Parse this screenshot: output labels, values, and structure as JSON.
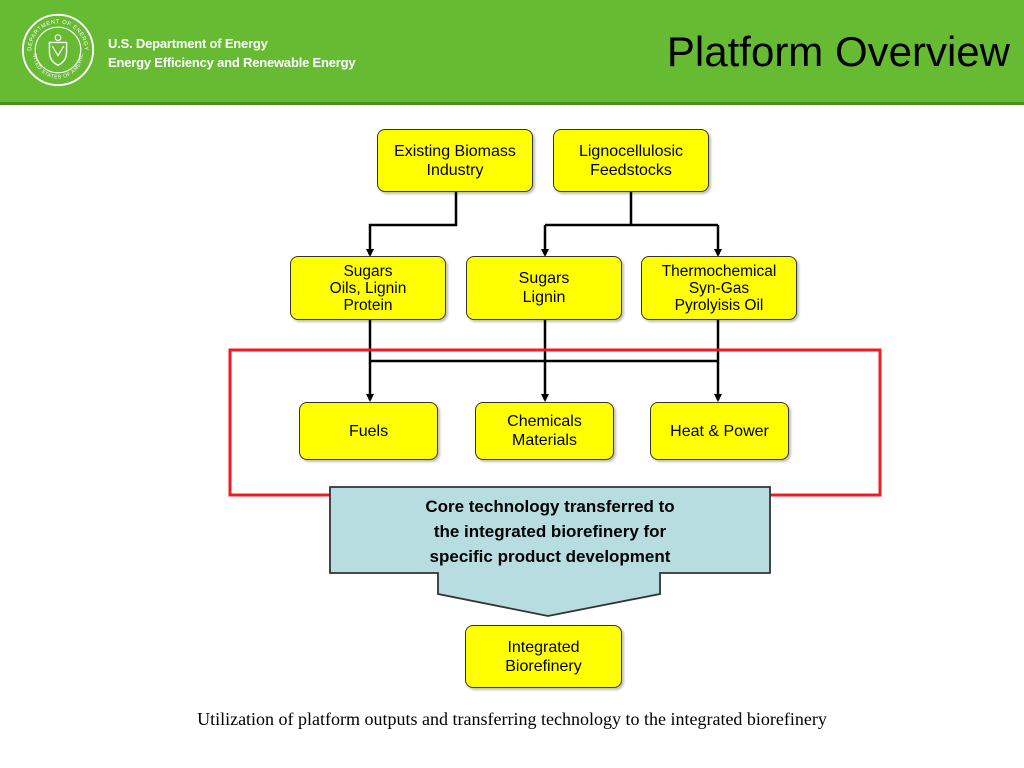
{
  "header": {
    "agency_line1": "U.S. Department of Energy",
    "agency_line2": "Energy Efficiency and Renewable Energy",
    "title": "Platform Overview",
    "brand_color": "#66bb33"
  },
  "seal": {
    "icon": "doe-seal-icon",
    "text": "DEPARTMENT OF ENERGY · UNITED STATES OF AMERICA"
  },
  "diagram": {
    "sources": [
      "Existing Biomass\nIndustry",
      "Lignocellulosic\nFeedstocks"
    ],
    "platforms": [
      "Sugars\nOils, Lignin\nProtein",
      "Sugars\nLignin",
      "Thermochemical\nSyn-Gas\nPyrolyisis Oil"
    ],
    "products": [
      "Fuels",
      "Chemicals\nMaterials",
      "Heat & Power"
    ],
    "core_technology": "Core technology transferred to\nthe integrated biorefinery for\nspecific product development",
    "destination": "Integrated\nBiorefinery",
    "box_color": "#ffff00",
    "highlight_color": "#ee1c24",
    "core_box_color": "#b7dde0"
  },
  "caption": "Utilization of platform outputs and transferring technology to the integrated biorefinery"
}
